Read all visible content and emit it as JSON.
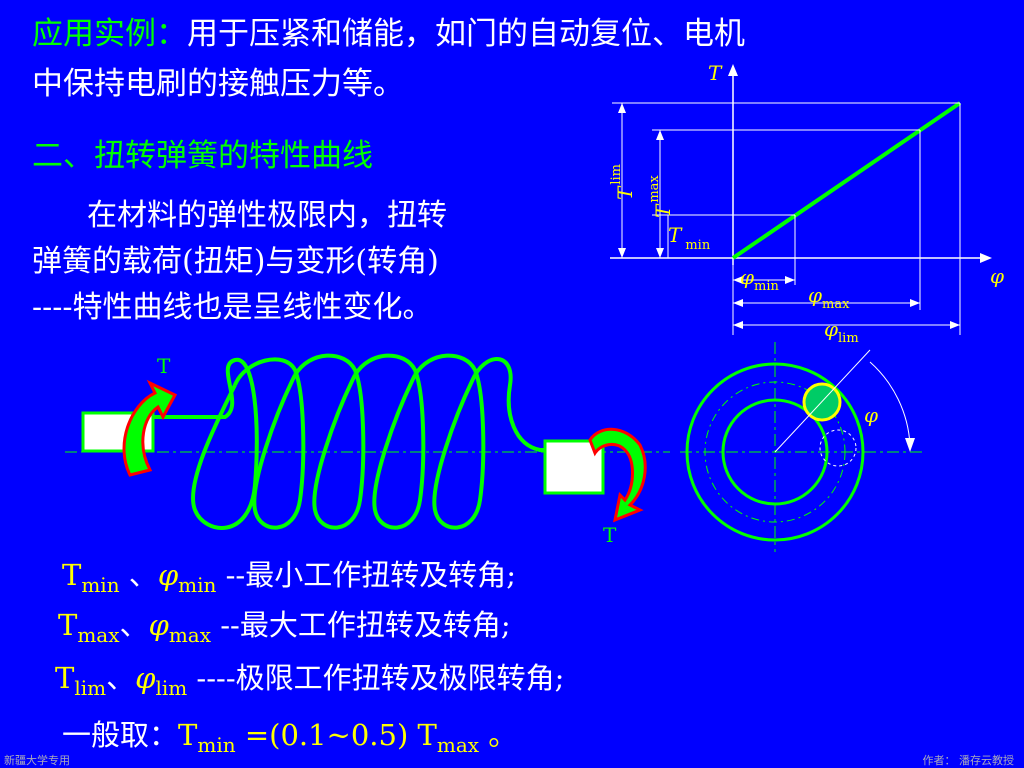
{
  "intro": {
    "label": "应用实例：",
    "text1": "用于压紧和储能，如门的自动复位、电机",
    "text2": "中保持电刷的接触压力等。"
  },
  "section_title": "二、扭转弹簧的特性曲线",
  "paragraph": {
    "line1": "在材料的弹性极限内，扭转",
    "line2": "弹簧的载荷(扭矩)与变形(转角)",
    "line3": "----特性曲线也是呈线性变化。"
  },
  "graph": {
    "y_axis": "T",
    "x_axis": "φ",
    "t_lim": "T",
    "t_lim_sub": "lim",
    "t_max": "T",
    "t_max_sub": "max",
    "t_min": "T",
    "t_min_sub": "min",
    "phi_min": "φ",
    "phi_min_sub": "min",
    "phi_max": "φ",
    "phi_max_sub": "max",
    "phi_lim": "φ",
    "phi_lim_sub": "lim"
  },
  "spring": {
    "torque_top": "T",
    "torque_bottom": "T",
    "angle": "φ"
  },
  "definitions": [
    {
      "sym": "T",
      "sub": "min",
      "sep": " 、",
      "phi": "φ",
      "phi_sub": "min",
      "desc": " --最小工作扭转及转角;"
    },
    {
      "sym": "T",
      "sub": "max",
      "sep": "、",
      "phi": "φ",
      "phi_sub": "max",
      "desc": " --最大工作扭转及转角;"
    },
    {
      "sym": "T",
      "sub": "lim",
      "sep": "、",
      "phi": "φ",
      "phi_sub": "lim",
      "desc": " ----极限工作扭转及极限转角;"
    }
  ],
  "formula": {
    "prefix": "一般取：",
    "t": "T",
    "t_sub": "min",
    "expr": " =(0.1~0.5) T",
    "t2_sub": "max",
    "end": " 。"
  },
  "footer": {
    "left": "新疆大学专用",
    "right": "作者： 潘存云教授"
  },
  "colors": {
    "background": "#0000ff",
    "green": "#00ff00",
    "yellow": "#ffff00",
    "red": "#ff0000"
  }
}
